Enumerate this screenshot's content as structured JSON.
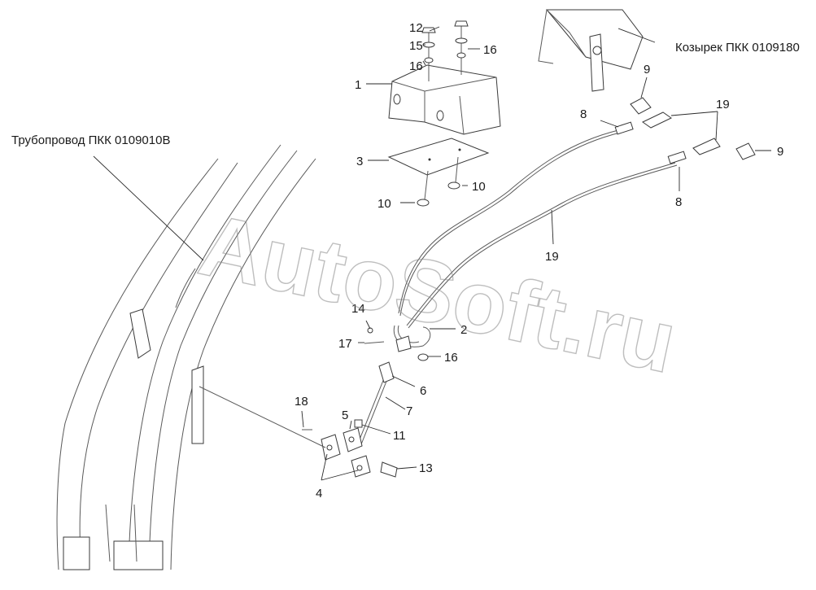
{
  "captions": {
    "pipeline": "Трубопровод ПКК 0109010В",
    "visor": "Козырек ПКК 0109180"
  },
  "labels": {
    "p1": "1",
    "p2": "2",
    "p3": "3",
    "p4": "4",
    "p5": "5",
    "p6": "6",
    "p7": "7",
    "p8a": "8",
    "p8b": "8",
    "p9a": "9",
    "p9b": "9",
    "p10a": "10",
    "p10b": "10",
    "p11": "11",
    "p12": "12",
    "p13": "13",
    "p14": "14",
    "p15": "15",
    "p16a": "16",
    "p16b": "16",
    "p16c": "16",
    "p17": "17",
    "p18": "18",
    "p19a": "19",
    "p19b": "19"
  },
  "watermark": "AutoSoft.ru"
}
